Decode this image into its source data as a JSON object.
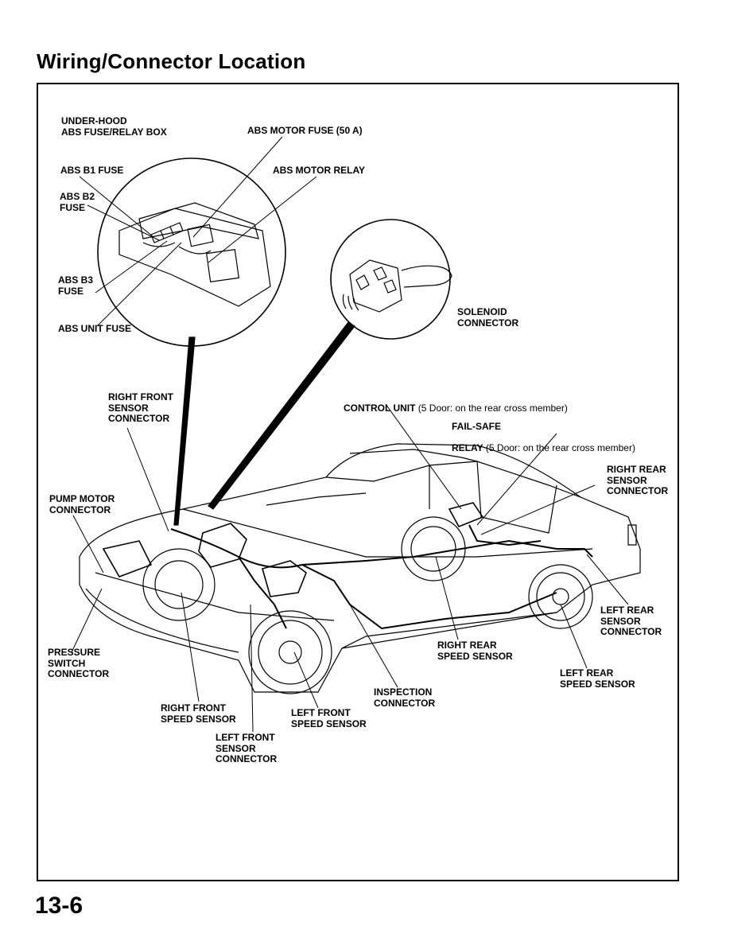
{
  "page": {
    "title": "Wiring/Connector Location",
    "page_number": "13-6"
  },
  "labels": {
    "underhood_box": "UNDER-HOOD\nABS FUSE/RELAY BOX",
    "motor_fuse": "ABS MOTOR FUSE (50 A)",
    "b1_fuse": "ABS B1 FUSE",
    "motor_relay": "ABS MOTOR RELAY",
    "b2_fuse": "ABS B2\nFUSE",
    "b3_fuse": "ABS B3\nFUSE",
    "unit_fuse": "ABS UNIT FUSE",
    "solenoid": "SOLENOID\nCONNECTOR",
    "rf_sensor_conn": "RIGHT FRONT\nSENSOR\nCONNECTOR",
    "control_unit": "CONTROL UNIT",
    "control_unit_note": " (5 Door: on the rear cross member)",
    "failsafe_line1": "FAIL-SAFE",
    "failsafe_line2": "RELAY",
    "failsafe_note": " (5 Door: on the rear cross member)",
    "rr_sensor_conn": "RIGHT REAR\nSENSOR\nCONNECTOR",
    "pump_motor": "PUMP MOTOR\nCONNECTOR",
    "lr_sensor_conn": "LEFT REAR\nSENSOR\nCONNECTOR",
    "pressure_switch": "PRESSURE\nSWITCH\nCONNECTOR",
    "rr_speed": "RIGHT REAR\nSPEED SENSOR",
    "lr_speed": "LEFT REAR\nSPEED SENSOR",
    "inspection": "INSPECTION\nCONNECTOR",
    "rf_speed": "RIGHT FRONT\nSPEED SENSOR",
    "lf_speed": "LEFT FRONT\nSPEED SENSOR",
    "lf_sensor_conn": "LEFT FRONT\nSENSOR\nCONNECTOR"
  }
}
